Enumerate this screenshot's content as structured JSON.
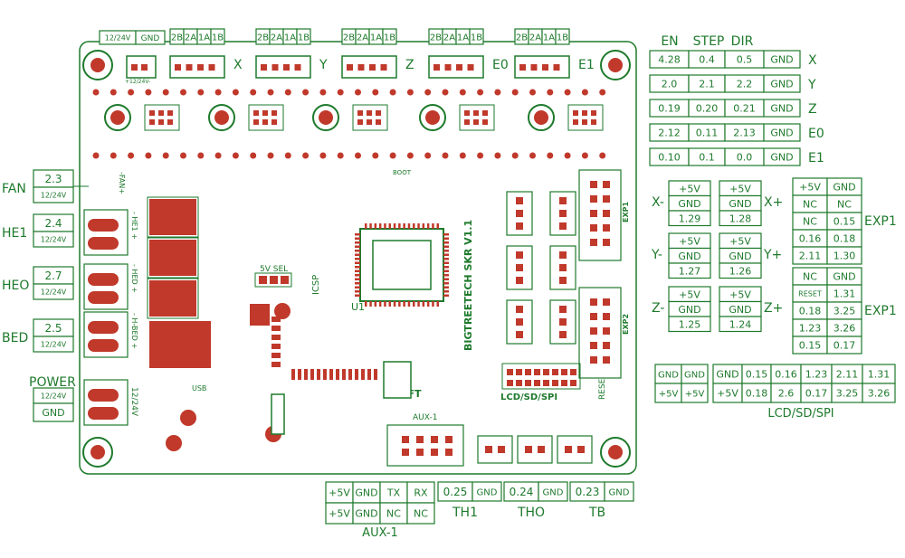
{
  "board": {
    "title": "BIGTREETECH SKR V1.1",
    "main_chip": "U1",
    "labels": {
      "icsp": "ICSP",
      "sel": "5V SEL",
      "usb": "USB",
      "tft": "TFT",
      "aux1": "AUX-1",
      "lcd": "LCD/SD/SPI",
      "exp1": "EXP1",
      "exp2": "EXP2",
      "reset": "RESET",
      "boot": "BOOT",
      "fan": "-FAN+",
      "hed": "- HED +",
      "he1": "- HE1 +",
      "hbed": "- H-BED +",
      "pwr": "12/24V",
      "vin": "+12/24V-"
    }
  },
  "top_headers": {
    "power": [
      "12/24V",
      "GND"
    ],
    "motors": [
      {
        "pins": [
          "2B",
          "2A",
          "1A",
          "1B"
        ],
        "axis": "X"
      },
      {
        "pins": [
          "2B",
          "2A",
          "1A",
          "1B"
        ],
        "axis": "Y"
      },
      {
        "pins": [
          "2B",
          "2A",
          "1A",
          "1B"
        ],
        "axis": "Z"
      },
      {
        "pins": [
          "2B",
          "2A",
          "1A",
          "1B"
        ],
        "axis": "E0"
      },
      {
        "pins": [
          "2B",
          "2A",
          "1A",
          "1B"
        ],
        "axis": "E1"
      }
    ]
  },
  "driver_pins": {
    "headers": [
      "EN",
      "STEP",
      "DIR"
    ],
    "rows": [
      {
        "values": [
          "4.28",
          "0.4",
          "0.5",
          "GND"
        ],
        "axis": "X"
      },
      {
        "values": [
          "2.0",
          "2.1",
          "2.2",
          "GND"
        ],
        "axis": "Y"
      },
      {
        "values": [
          "0.19",
          "0.20",
          "0.21",
          "GND"
        ],
        "axis": "Z"
      },
      {
        "values": [
          "2.12",
          "0.11",
          "2.13",
          "GND"
        ],
        "axis": "E0"
      },
      {
        "values": [
          "0.10",
          "0.1",
          "0.0",
          "GND"
        ],
        "axis": "E1"
      }
    ]
  },
  "outputs": [
    {
      "name": "FAN",
      "pin": "2.3",
      "voltage": "12/24V"
    },
    {
      "name": "HE1",
      "pin": "2.4",
      "voltage": "12/24V"
    },
    {
      "name": "HEO",
      "pin": "2.7",
      "voltage": "12/24V"
    },
    {
      "name": "BED",
      "pin": "2.5",
      "voltage": "12/24V"
    }
  ],
  "power_in": {
    "name": "POWER",
    "v": "12/24V",
    "g": "GND"
  },
  "endstops": [
    {
      "minus_label": "X-",
      "plus_label": "X+",
      "minus": [
        "+5V",
        "GND",
        "1.29"
      ],
      "plus": [
        "+5V",
        "GND",
        "1.28"
      ]
    },
    {
      "minus_label": "Y-",
      "plus_label": "Y+",
      "minus": [
        "+5V",
        "GND",
        "1.27"
      ],
      "plus": [
        "+5V",
        "GND",
        "1.26"
      ]
    },
    {
      "minus_label": "Z-",
      "plus_label": "Z+",
      "minus": [
        "+5V",
        "GND",
        "1.25"
      ],
      "plus": [
        "+5V",
        "GND",
        "1.24"
      ]
    }
  ],
  "exp_top": {
    "label": "EXP1",
    "rows": [
      [
        "+5V",
        "GND"
      ],
      [
        "NC",
        "NC"
      ],
      [
        "NC",
        "0.15"
      ],
      [
        "0.16",
        "0.18"
      ],
      [
        "2.11",
        "1.30"
      ]
    ]
  },
  "exp_bottom": {
    "label": "EXP1",
    "rows": [
      [
        "NC",
        "GND"
      ],
      [
        "RESET",
        "1.31"
      ],
      [
        "0.18",
        "3.25"
      ],
      [
        "1.23",
        "3.26"
      ],
      [
        "0.15",
        "0.17"
      ]
    ]
  },
  "lcd": {
    "small": [
      [
        "GND",
        "GND"
      ],
      [
        "+5V",
        "+5V"
      ]
    ],
    "big": [
      [
        "GND",
        "0.15",
        "0.16",
        "1.23",
        "2.11",
        "1.31"
      ],
      [
        "+5V",
        "0.18",
        "2.6",
        "0.17",
        "3.25",
        "3.26"
      ]
    ],
    "label": "LCD/SD/SPI"
  },
  "aux": {
    "rows": [
      [
        "+5V",
        "GND",
        "TX",
        "RX"
      ],
      [
        "+5V",
        "GND",
        "NC",
        "NC"
      ]
    ],
    "label": "AUX-1"
  },
  "thermistors": [
    {
      "pin": "0.25",
      "gnd": "GND",
      "label": "TH1"
    },
    {
      "pin": "0.24",
      "gnd": "GND",
      "label": "THO"
    },
    {
      "pin": "0.23",
      "gnd": "GND",
      "label": "TB"
    }
  ]
}
